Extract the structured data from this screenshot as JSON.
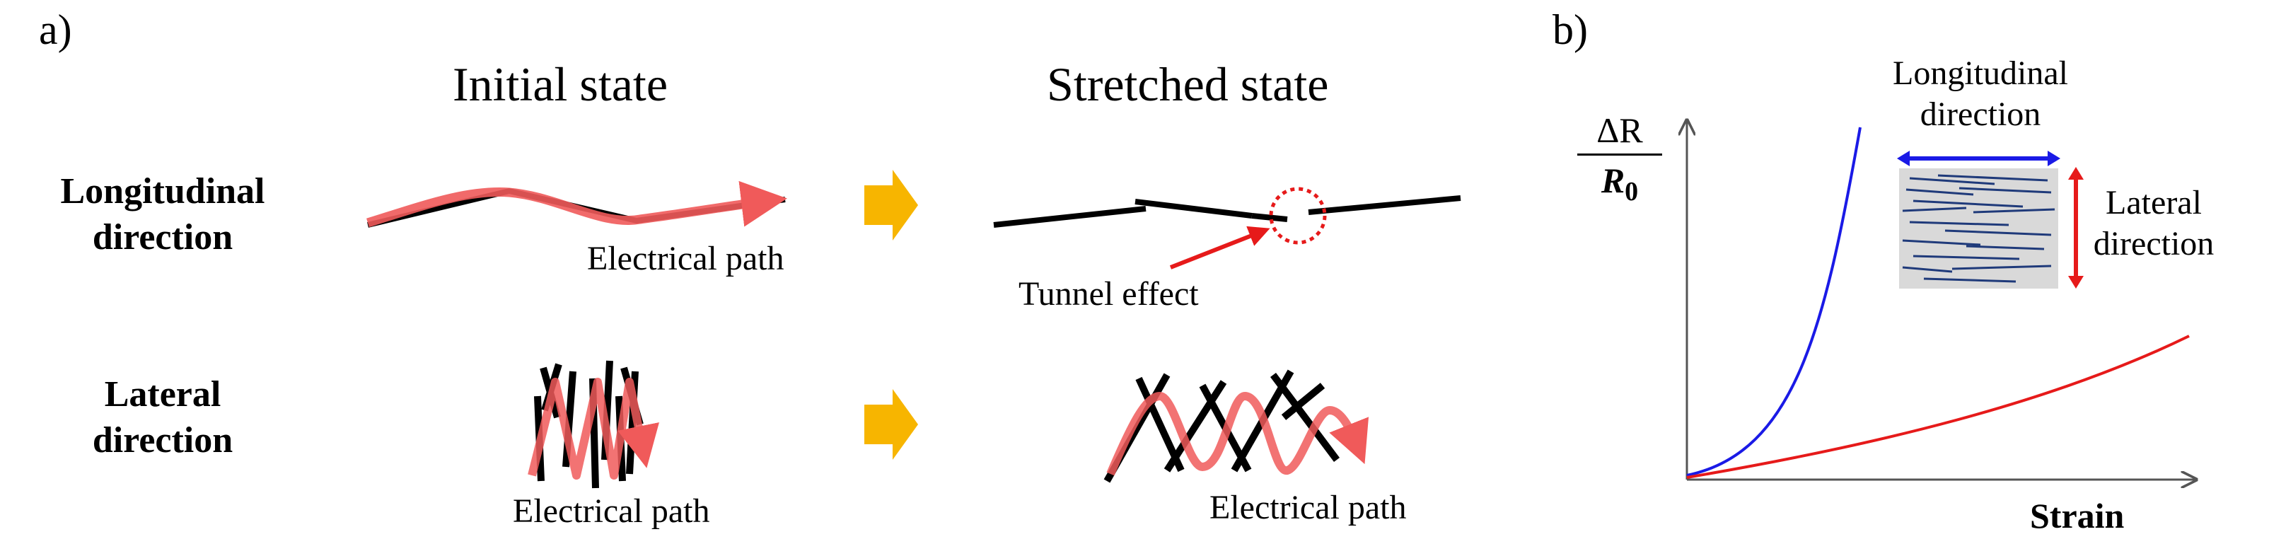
{
  "panel_a": {
    "label": "a)",
    "col_initial": "Initial state",
    "col_stretched": "Stretched state",
    "row_longitudinal": [
      "Longitudinal",
      "direction"
    ],
    "row_lateral": [
      "Lateral",
      "direction"
    ],
    "electrical_path": "Electrical path",
    "tunnel_effect": "Tunnel effect"
  },
  "panel_b": {
    "label": "b)",
    "y_label_top": "ΔR",
    "y_label_bottom": "R",
    "y_label_sub": "0",
    "x_label": "Strain",
    "longitudinal_label": [
      "Longitudinal",
      "direction"
    ],
    "lateral_label": [
      "Lateral",
      "direction"
    ]
  },
  "colors": {
    "fiber": "#000000",
    "path": "#f05a5a",
    "arrow": "#f7b500",
    "longitudinal_curve": "#1a1ae6",
    "lateral_curve": "#e61a1a",
    "inset_bg": "#d9d9d9",
    "inset_fiber": "#1f3a7a",
    "tunnel": "#e61a1a"
  }
}
